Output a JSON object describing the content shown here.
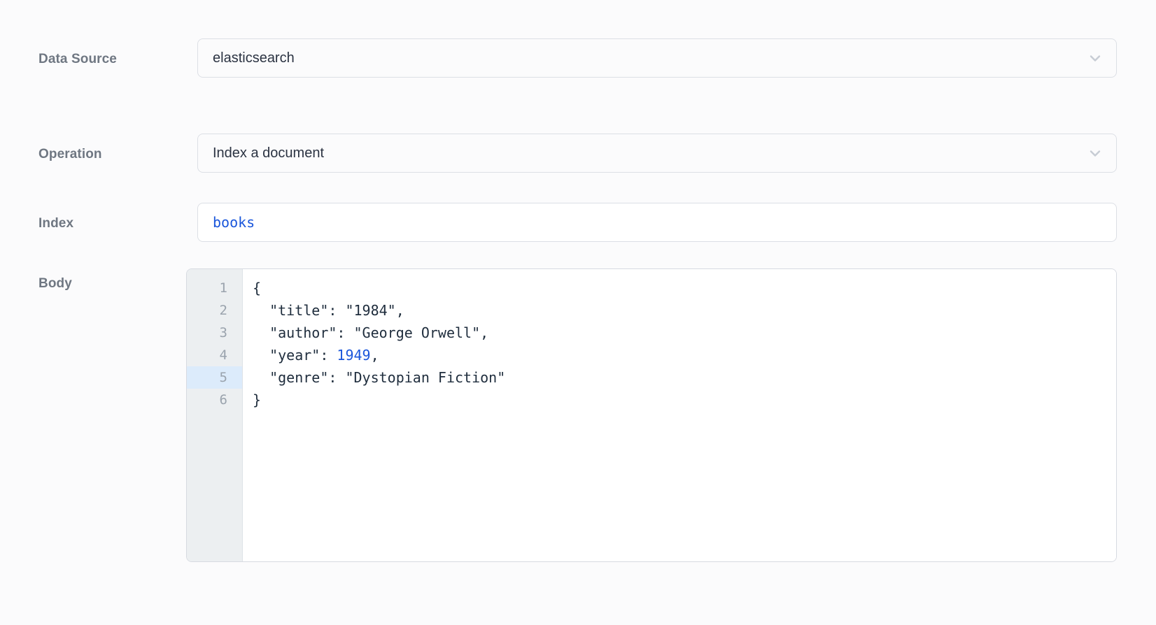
{
  "fields": {
    "data_source": {
      "label": "Data Source",
      "value": "elasticsearch",
      "icon": "chevron-down-icon"
    },
    "operation": {
      "label": "Operation",
      "value": "Index a document",
      "icon": "chevron-down-icon"
    },
    "index": {
      "label": "Index",
      "value": "books"
    },
    "body": {
      "label": "Body",
      "active_line": 5,
      "lines": [
        {
          "number": "1",
          "text": "{"
        },
        {
          "number": "2",
          "text": "  \"title\": \"1984\","
        },
        {
          "number": "3",
          "text": "  \"author\": \"George Orwell\","
        },
        {
          "number": "4",
          "text": "  \"year\": ",
          "number_token": "1949",
          "tail": ","
        },
        {
          "number": "5",
          "text": "  \"genre\": \"Dystopian Fiction\""
        },
        {
          "number": "6",
          "text": "}"
        }
      ]
    }
  },
  "colors": {
    "page_background": "#fbfbfc",
    "label": "#6f7782",
    "value": "#2b3342",
    "accent_blue": "#1a56db",
    "border": "#dcdfe5",
    "gutter_background": "#eceff1",
    "gutter_active": "#dcebfb",
    "code_text": "#1f2d3d"
  }
}
